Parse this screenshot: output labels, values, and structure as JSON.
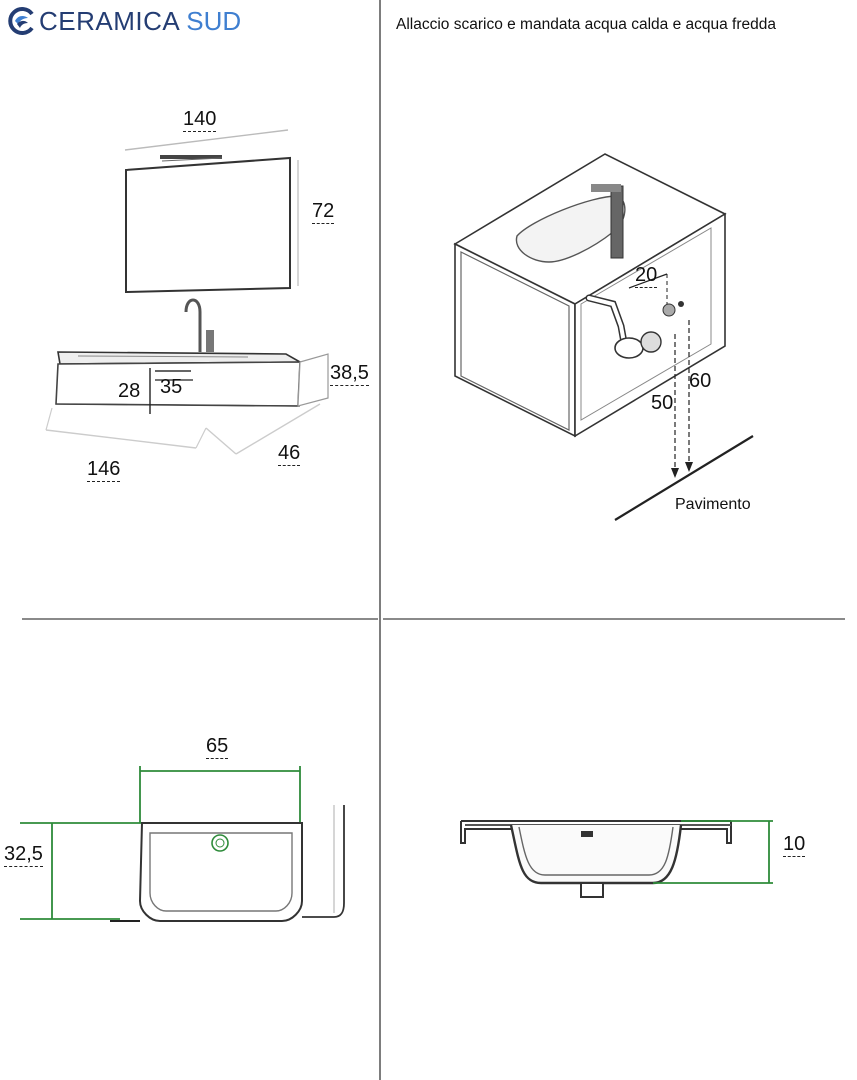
{
  "brand": {
    "name": "CERAMICA",
    "name2": "SUD"
  },
  "panels": {
    "overview": {
      "mirror_width": "140",
      "mirror_height": "72",
      "cabinet_height": "38,5",
      "drawer_height": "28",
      "drawer_depth": "35",
      "cabinet_width": "146",
      "cabinet_depth": "46"
    },
    "plumbing": {
      "caption": "Allaccio scarico e mandata acqua calda e acqua fredda",
      "offset": "20",
      "drain_height": "50",
      "supply_height": "60",
      "floor_label": "Pavimento"
    },
    "basin_top": {
      "width": "65",
      "depth": "32,5"
    },
    "basin_section": {
      "thickness": "10"
    }
  },
  "colors": {
    "brand_dark": "#243d73",
    "brand_light": "#3f7fd0",
    "dimension_green": "#2e8b3a",
    "divider": "#7d7d7d"
  }
}
